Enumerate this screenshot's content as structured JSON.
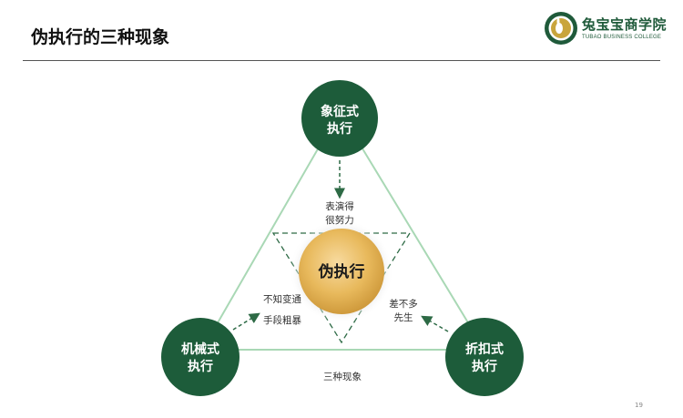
{
  "slide": {
    "title": "伪执行的三种现象",
    "page_number": "19"
  },
  "logo": {
    "name_cn": "兔宝宝商学院",
    "name_en": "TUBAO BUSINESS COLLEGE"
  },
  "diagram": {
    "center": "伪执行",
    "nodes": {
      "top": {
        "line1": "象征式",
        "line2": "执行"
      },
      "left": {
        "line1": "机械式",
        "line2": "执行"
      },
      "right": {
        "line1": "折扣式",
        "line2": "执行"
      }
    },
    "labels": {
      "top": {
        "line1": "表演得",
        "line2": "很努力"
      },
      "left": {
        "line1": "不知变通",
        "line2": "手段粗暴"
      },
      "right": {
        "line1": "差不多",
        "line2": "先生"
      },
      "bottom": "三种现象"
    }
  },
  "colors": {
    "node_green": "#1d5c3a",
    "triangle_green": "#a9d8b5",
    "dashed_green": "#2d6a45",
    "center_gold": "#e8b95c"
  }
}
